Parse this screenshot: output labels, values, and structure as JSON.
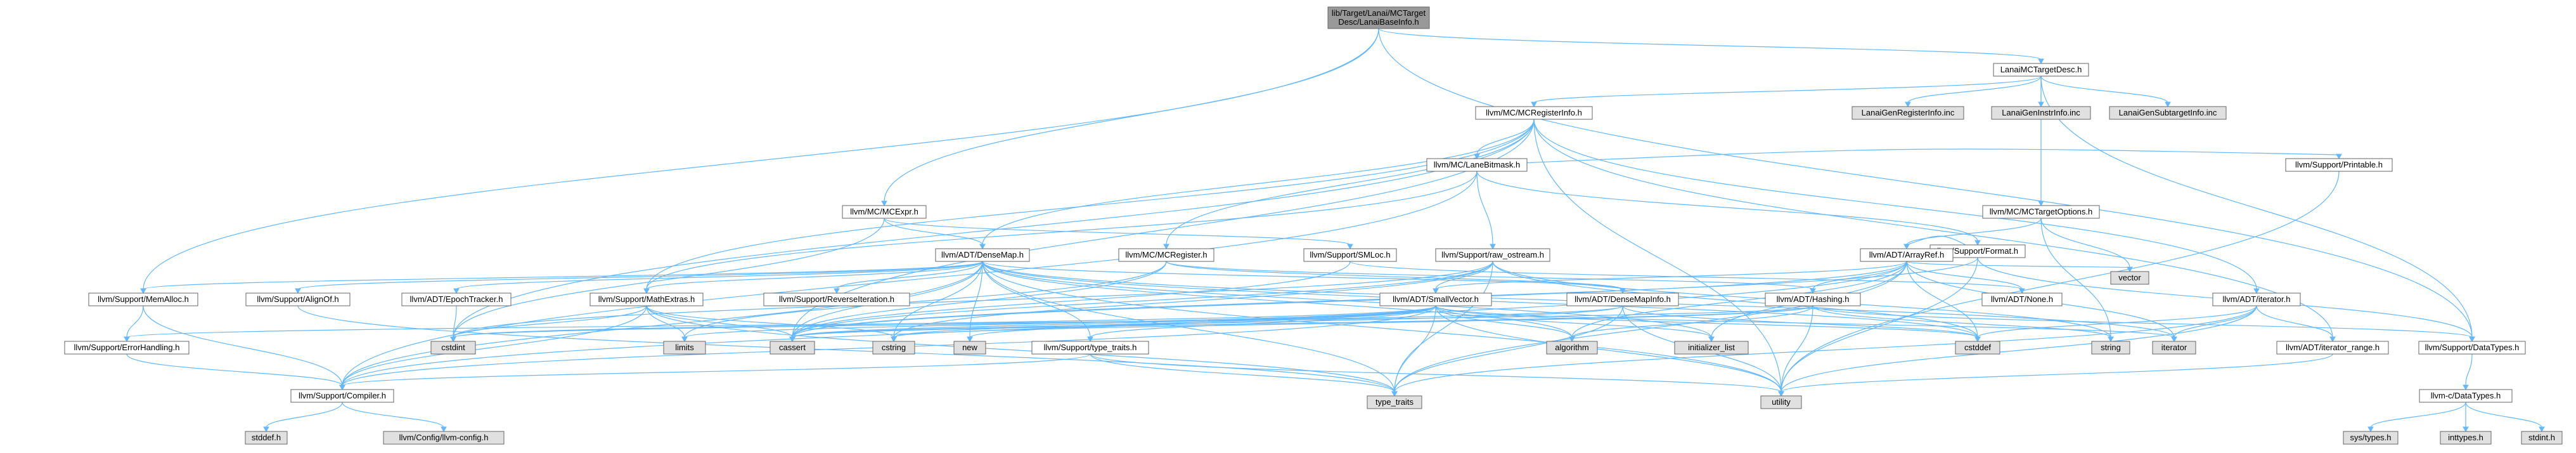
{
  "colors": {
    "background": "#ffffff",
    "root_fill": "#999999",
    "node_fill": "#ffffff",
    "system_fill": "#e0e0e0",
    "border": "#666666",
    "highlight_border": "#ff0000",
    "edge": "#63b8ff"
  },
  "diagram": {
    "nodes": [
      {
        "id": "root",
        "lines": [
          "lib/Target/Lanai/MCTarget",
          "Desc/LanaiBaseInfo.h"
        ],
        "kind": "root"
      },
      {
        "id": "lanaimc",
        "lines": [
          "LanaiMCTargetDesc.h"
        ],
        "kind": "file"
      },
      {
        "id": "genreg",
        "lines": [
          "LanaiGenRegisterInfo.inc"
        ],
        "kind": "system"
      },
      {
        "id": "geninstr",
        "lines": [
          "LanaiGenInstrInfo.inc"
        ],
        "kind": "system"
      },
      {
        "id": "gensub",
        "lines": [
          "LanaiGenSubtargetInfo.inc"
        ],
        "kind": "system"
      },
      {
        "id": "mcreginfo",
        "lines": [
          "llvm/MC/MCRegisterInfo.h"
        ],
        "kind": "file"
      },
      {
        "id": "lanebitmask",
        "lines": [
          "llvm/MC/LaneBitmask.h"
        ],
        "kind": "file"
      },
      {
        "id": "mcexpr",
        "lines": [
          "llvm/MC/MCExpr.h"
        ],
        "kind": "file"
      },
      {
        "id": "mctargetopts",
        "lines": [
          "llvm/MC/MCTargetOptions.h"
        ],
        "kind": "file"
      },
      {
        "id": "format",
        "lines": [
          "llvm/Support/Format.h"
        ],
        "kind": "incomplete"
      },
      {
        "id": "printable",
        "lines": [
          "llvm/Support/Printable.h"
        ],
        "kind": "incomplete"
      },
      {
        "id": "densemap",
        "lines": [
          "llvm/ADT/DenseMap.h"
        ],
        "kind": "file"
      },
      {
        "id": "mcregister",
        "lines": [
          "llvm/MC/MCRegister.h"
        ],
        "kind": "file"
      },
      {
        "id": "smloc",
        "lines": [
          "llvm/Support/SMLoc.h"
        ],
        "kind": "file"
      },
      {
        "id": "rawostream",
        "lines": [
          "llvm/Support/raw_ostream.h"
        ],
        "kind": "incomplete"
      },
      {
        "id": "arrayref",
        "lines": [
          "llvm/ADT/ArrayRef.h"
        ],
        "kind": "incomplete"
      },
      {
        "id": "vector",
        "lines": [
          "vector"
        ],
        "kind": "system"
      },
      {
        "id": "iteratorh",
        "lines": [
          "llvm/ADT/iterator.h"
        ],
        "kind": "file"
      },
      {
        "id": "memalloc",
        "lines": [
          "llvm/Support/MemAlloc.h"
        ],
        "kind": "incomplete"
      },
      {
        "id": "alignof",
        "lines": [
          "llvm/Support/AlignOf.h"
        ],
        "kind": "file"
      },
      {
        "id": "epochtracker",
        "lines": [
          "llvm/ADT/EpochTracker.h"
        ],
        "kind": "incomplete"
      },
      {
        "id": "mathextras",
        "lines": [
          "llvm/Support/MathExtras.h"
        ],
        "kind": "incomplete"
      },
      {
        "id": "reverseiter",
        "lines": [
          "llvm/Support/ReverseIteration.h"
        ],
        "kind": "incomplete"
      },
      {
        "id": "smallvector",
        "lines": [
          "llvm/ADT/SmallVector.h"
        ],
        "kind": "incomplete"
      },
      {
        "id": "densemapinfo",
        "lines": [
          "llvm/ADT/DenseMapInfo.h"
        ],
        "kind": "incomplete"
      },
      {
        "id": "hashing",
        "lines": [
          "llvm/ADT/Hashing.h"
        ],
        "kind": "incomplete"
      },
      {
        "id": "none",
        "lines": [
          "llvm/ADT/None.h"
        ],
        "kind": "file"
      },
      {
        "id": "errorhandling",
        "lines": [
          "llvm/Support/ErrorHandling.h"
        ],
        "kind": "file"
      },
      {
        "id": "cstdint",
        "lines": [
          "cstdint"
        ],
        "kind": "system"
      },
      {
        "id": "limits",
        "lines": [
          "limits"
        ],
        "kind": "system"
      },
      {
        "id": "cassert",
        "lines": [
          "cassert"
        ],
        "kind": "system"
      },
      {
        "id": "cstring",
        "lines": [
          "cstring"
        ],
        "kind": "system"
      },
      {
        "id": "new",
        "lines": [
          "new"
        ],
        "kind": "system"
      },
      {
        "id": "typetraits",
        "lines": [
          "llvm/Support/type_traits.h"
        ],
        "kind": "file"
      },
      {
        "id": "algorithm",
        "lines": [
          "algorithm"
        ],
        "kind": "system"
      },
      {
        "id": "initlist",
        "lines": [
          "initializer_list"
        ],
        "kind": "system"
      },
      {
        "id": "cstddef",
        "lines": [
          "cstddef"
        ],
        "kind": "system"
      },
      {
        "id": "string",
        "lines": [
          "string"
        ],
        "kind": "system"
      },
      {
        "id": "iterator",
        "lines": [
          "iterator"
        ],
        "kind": "system"
      },
      {
        "id": "iterrange",
        "lines": [
          "llvm/ADT/iterator_range.h"
        ],
        "kind": "file"
      },
      {
        "id": "datatypesh",
        "lines": [
          "llvm/Support/DataTypes.h"
        ],
        "kind": "file"
      },
      {
        "id": "compiler",
        "lines": [
          "llvm/Support/Compiler.h"
        ],
        "kind": "file"
      },
      {
        "id": "type_traits",
        "lines": [
          "type_traits"
        ],
        "kind": "system"
      },
      {
        "id": "utility",
        "lines": [
          "utility"
        ],
        "kind": "system"
      },
      {
        "id": "cdatatypes",
        "lines": [
          "llvm-c/DataTypes.h"
        ],
        "kind": "file"
      },
      {
        "id": "stddef",
        "lines": [
          "stddef.h"
        ],
        "kind": "system"
      },
      {
        "id": "config",
        "lines": [
          "llvm/Config/llvm-config.h"
        ],
        "kind": "system"
      },
      {
        "id": "systypes",
        "lines": [
          "sys/types.h"
        ],
        "kind": "system"
      },
      {
        "id": "inttypes",
        "lines": [
          "inttypes.h"
        ],
        "kind": "system"
      },
      {
        "id": "stdint",
        "lines": [
          "stdint.h"
        ],
        "kind": "system"
      }
    ],
    "edges": [
      [
        "root",
        "lanaimc"
      ],
      [
        "root",
        "mcexpr"
      ],
      [
        "root",
        "memalloc"
      ],
      [
        "root",
        "datatypesh"
      ],
      [
        "lanaimc",
        "mcreginfo"
      ],
      [
        "lanaimc",
        "genreg"
      ],
      [
        "lanaimc",
        "geninstr"
      ],
      [
        "lanaimc",
        "gensub"
      ],
      [
        "lanaimc",
        "mctargetopts"
      ],
      [
        "lanaimc",
        "datatypesh"
      ],
      [
        "mcreginfo",
        "lanebitmask"
      ],
      [
        "mcreginfo",
        "densemap"
      ],
      [
        "mcreginfo",
        "mcregister"
      ],
      [
        "mcreginfo",
        "iteratorh"
      ],
      [
        "mcreginfo",
        "iterrange"
      ],
      [
        "mcreginfo",
        "cassert"
      ],
      [
        "mcreginfo",
        "cstdint"
      ],
      [
        "mcreginfo",
        "utility"
      ],
      [
        "mcreginfo",
        "mathextras"
      ],
      [
        "lanebitmask",
        "compiler"
      ],
      [
        "lanebitmask",
        "format"
      ],
      [
        "lanebitmask",
        "mathextras"
      ],
      [
        "lanebitmask",
        "printable"
      ],
      [
        "lanebitmask",
        "rawostream"
      ],
      [
        "mcexpr",
        "densemap"
      ],
      [
        "mcexpr",
        "smloc"
      ],
      [
        "mcexpr",
        "cstdint"
      ],
      [
        "mctargetopts",
        "arrayref"
      ],
      [
        "mctargetopts",
        "string"
      ],
      [
        "mctargetopts",
        "vector"
      ],
      [
        "format",
        "arrayref"
      ],
      [
        "format",
        "datatypesh"
      ],
      [
        "format",
        "cassert"
      ],
      [
        "format",
        "cstdio_skip"
      ],
      [
        "format",
        "utility"
      ],
      [
        "printable",
        "utility"
      ],
      [
        "densemap",
        "densemapinfo"
      ],
      [
        "densemap",
        "epochtracker"
      ],
      [
        "densemap",
        "alignof"
      ],
      [
        "densemap",
        "compiler"
      ],
      [
        "densemap",
        "mathextras"
      ],
      [
        "densemap",
        "memalloc"
      ],
      [
        "densemap",
        "reverseiteration_skip"
      ],
      [
        "densemap",
        "reverseiter"
      ],
      [
        "densemap",
        "typetraits"
      ],
      [
        "densemap",
        "algorithm"
      ],
      [
        "densemap",
        "cassert"
      ],
      [
        "densemap",
        "cstddef"
      ],
      [
        "densemap",
        "cstring"
      ],
      [
        "densemap",
        "initlist"
      ],
      [
        "densemap",
        "iterator"
      ],
      [
        "densemap",
        "new"
      ],
      [
        "densemap",
        "type_traits"
      ],
      [
        "densemap",
        "utility"
      ],
      [
        "mcregister",
        "densemapinfo"
      ],
      [
        "mcregister",
        "hashing"
      ],
      [
        "mcregister",
        "cassert"
      ],
      [
        "mcregister",
        "limits"
      ],
      [
        "smloc",
        "none"
      ],
      [
        "smloc",
        "cassert"
      ],
      [
        "rawostream",
        "smallvector"
      ],
      [
        "rawostream",
        "cassert"
      ],
      [
        "rawostream",
        "cstddef"
      ],
      [
        "rawostream",
        "cstdint"
      ],
      [
        "rawostream",
        "cstring"
      ],
      [
        "rawostream",
        "string"
      ],
      [
        "rawostream",
        "type_traits"
      ],
      [
        "rawostream",
        "system_error_skip"
      ],
      [
        "arrayref",
        "hashing"
      ],
      [
        "arrayref",
        "none"
      ],
      [
        "arrayref",
        "smallvector"
      ],
      [
        "arrayref",
        "compiler"
      ],
      [
        "arrayref",
        "algorithm"
      ],
      [
        "arrayref",
        "array_skip"
      ],
      [
        "arrayref",
        "cassert"
      ],
      [
        "arrayref",
        "cstddef"
      ],
      [
        "arrayref",
        "initlist"
      ],
      [
        "arrayref",
        "iterator"
      ],
      [
        "arrayref",
        "memory_skip"
      ],
      [
        "arrayref",
        "type_traits"
      ],
      [
        "arrayref",
        "vector"
      ],
      [
        "iteratorh",
        "iterrange"
      ],
      [
        "iteratorh",
        "cstddef"
      ],
      [
        "iteratorh",
        "iterator"
      ],
      [
        "iteratorh",
        "type_traits"
      ],
      [
        "iteratorh",
        "utility"
      ],
      [
        "memalloc",
        "compiler"
      ],
      [
        "memalloc",
        "errorhandling"
      ],
      [
        "alignof",
        "type_traits"
      ],
      [
        "epochtracker",
        "cstdint"
      ],
      [
        "mathextras",
        "compiler"
      ],
      [
        "mathextras",
        "cassert"
      ],
      [
        "mathextras",
        "climits_skip"
      ],
      [
        "mathextras",
        "cstdint"
      ],
      [
        "mathextras",
        "cstring"
      ],
      [
        "mathextras",
        "limits"
      ],
      [
        "mathextras",
        "type_traits"
      ],
      [
        "smallvector",
        "compiler"
      ],
      [
        "smallvector",
        "typetraits"
      ],
      [
        "smallvector",
        "algorithm"
      ],
      [
        "smallvector",
        "cassert"
      ],
      [
        "smallvector",
        "cstddef"
      ],
      [
        "smallvector",
        "cstdint"
      ],
      [
        "smallvector",
        "cstring"
      ],
      [
        "smallvector",
        "initlist"
      ],
      [
        "smallvector",
        "iterator"
      ],
      [
        "smallvector",
        "limits"
      ],
      [
        "smallvector",
        "new"
      ],
      [
        "smallvector",
        "type_traits"
      ],
      [
        "smallvector",
        "utility"
      ],
      [
        "densemapinfo",
        "cassert"
      ],
      [
        "densemapinfo",
        "cstddef"
      ],
      [
        "densemapinfo",
        "cstdint"
      ],
      [
        "densemapinfo",
        "tuple_skip"
      ],
      [
        "densemapinfo",
        "type_traits"
      ],
      [
        "densemapinfo",
        "utility"
      ],
      [
        "hashing",
        "errorhandling"
      ],
      [
        "hashing",
        "datatypesh"
      ],
      [
        "hashing",
        "algorithm"
      ],
      [
        "hashing",
        "cassert"
      ],
      [
        "hashing",
        "cstring"
      ],
      [
        "hashing",
        "string"
      ],
      [
        "hashing",
        "utility"
      ],
      [
        "errorhandling",
        "compiler"
      ],
      [
        "typetraits",
        "compiler"
      ],
      [
        "typetraits",
        "type_traits"
      ],
      [
        "typetraits",
        "utility"
      ],
      [
        "iterrange",
        "utility"
      ],
      [
        "datatypesh",
        "cdatatypes"
      ],
      [
        "compiler",
        "stddef"
      ],
      [
        "compiler",
        "config"
      ],
      [
        "cdatatypes",
        "systypes"
      ],
      [
        "cdatatypes",
        "inttypes"
      ],
      [
        "cdatatypes",
        "stdint"
      ]
    ]
  }
}
